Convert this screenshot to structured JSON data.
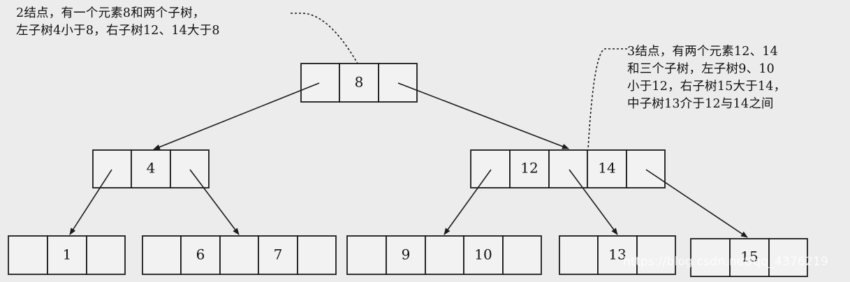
{
  "annotations": {
    "root_note": {
      "line1": "2结点，有一个元素8和两个子树，",
      "line2": "左子树4小于8，右子树12、14大于8"
    },
    "right_note": {
      "line1": "3结点，有两个元素12、14",
      "line2": "和三个子树，左子树9、10",
      "line3": "小于12，右子树15大于14，",
      "line4": "中子树13介于12与14之间"
    }
  },
  "tree": {
    "root": {
      "keys": [
        "8"
      ]
    },
    "left_child": {
      "keys": [
        "4"
      ]
    },
    "right_child": {
      "keys": [
        "12",
        "14"
      ]
    },
    "leaves": [
      {
        "keys": [
          "1"
        ]
      },
      {
        "keys": [
          "6",
          "7"
        ]
      },
      {
        "keys": [
          "9",
          "10"
        ]
      },
      {
        "keys": [
          "13"
        ]
      },
      {
        "keys": [
          "15"
        ]
      }
    ]
  },
  "watermark": "https://blog.csdn.net/qq_4376219"
}
